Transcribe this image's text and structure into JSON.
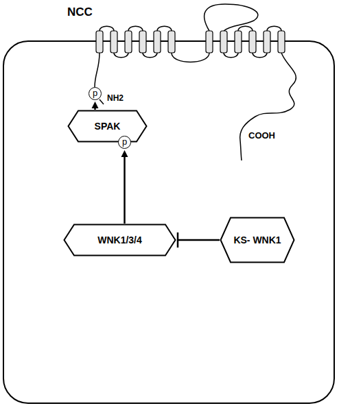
{
  "diagram": {
    "nodes": [
      {
        "text": [
          "p"
        ]
      },
      {
        "text": [
          "SPAK"
        ]
      },
      {
        "text": [
          "p"
        ]
      },
      {
        "text": [
          "WNK1/3/4"
        ]
      },
      {
        "text": [
          "KS- WNK1"
        ]
      }
    ],
    "edges": [
      {
        "from": 1,
        "to": 0,
        "arrow": "to"
      },
      {
        "from": 3,
        "to": 2,
        "arrow": "to"
      },
      {
        "from": 4,
        "to": 3,
        "arrow": "to"
      }
    ],
    "labels": [
      "NCC",
      "NH2",
      "COOH"
    ]
  }
}
